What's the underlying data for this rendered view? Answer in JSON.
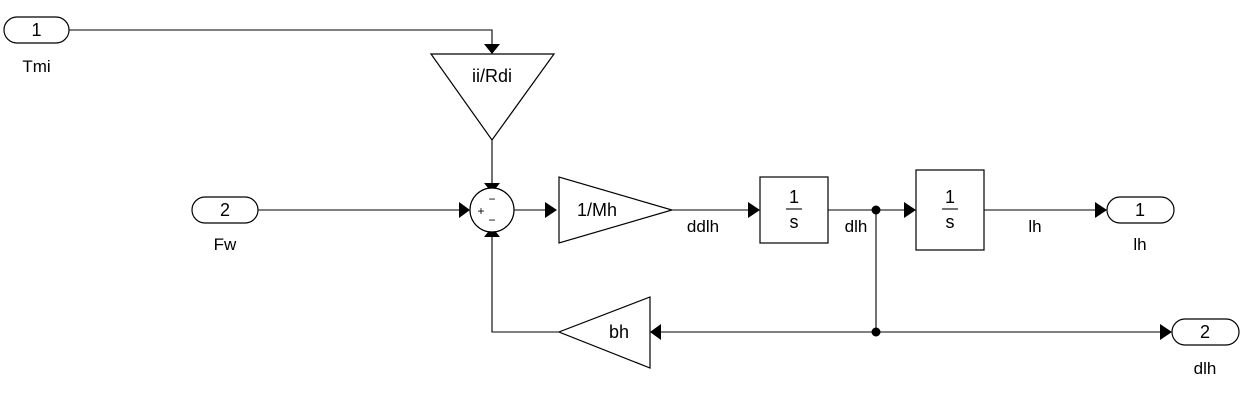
{
  "inports": [
    {
      "number": "1",
      "name": "Tmi"
    },
    {
      "number": "2",
      "name": "Fw"
    }
  ],
  "outports": [
    {
      "number": "1",
      "name": "lh"
    },
    {
      "number": "2",
      "name": "dlh"
    }
  ],
  "gains": {
    "ii_rdi": "ii/Rdi",
    "inv_mh": "1/Mh",
    "bh": "bh"
  },
  "integrators": [
    {
      "numerator": "1",
      "denominator": "s"
    },
    {
      "numerator": "1",
      "denominator": "s"
    }
  ],
  "sum_signs": {
    "left": "+",
    "top": "−",
    "bottom": "−"
  },
  "signals": {
    "ddlh": "ddlh",
    "dlh": "dlh",
    "lh": "lh"
  }
}
